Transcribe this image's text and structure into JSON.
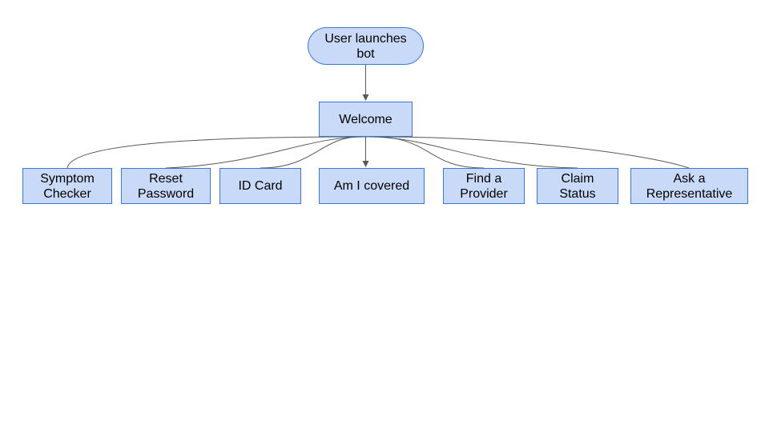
{
  "diagram": {
    "colors": {
      "node_fill": "#c9daf8",
      "node_border": "#3c78d8",
      "connector": "#595959"
    },
    "nodes": {
      "start": {
        "line1": "User launches",
        "line2": "bot"
      },
      "welcome": {
        "line1": "Welcome"
      },
      "symptom": {
        "line1": "Symptom",
        "line2": "Checker"
      },
      "reset": {
        "line1": "Reset",
        "line2": "Password"
      },
      "idcard": {
        "line1": "ID Card"
      },
      "covered": {
        "line1": "Am I covered"
      },
      "provider": {
        "line1": "Find a",
        "line2": "Provider"
      },
      "claim": {
        "line1": "Claim",
        "line2": "Status"
      },
      "rep": {
        "line1": "Ask a",
        "line2": "Representative"
      }
    },
    "edges": [
      {
        "from": "start",
        "to": "welcome",
        "arrow": true
      },
      {
        "from": "welcome",
        "to": "covered",
        "arrow": true
      },
      {
        "from": "welcome",
        "to": "symptom",
        "arrow": false
      },
      {
        "from": "welcome",
        "to": "reset",
        "arrow": false
      },
      {
        "from": "welcome",
        "to": "idcard",
        "arrow": false
      },
      {
        "from": "welcome",
        "to": "provider",
        "arrow": false
      },
      {
        "from": "welcome",
        "to": "claim",
        "arrow": false
      },
      {
        "from": "welcome",
        "to": "rep",
        "arrow": false
      }
    ]
  }
}
